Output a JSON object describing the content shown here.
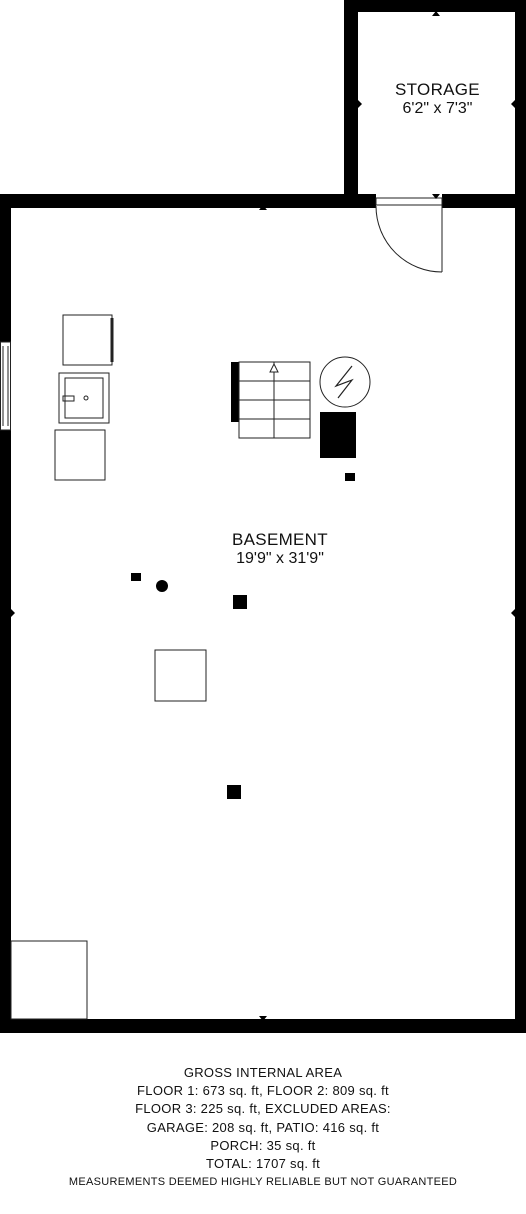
{
  "rooms": {
    "storage": {
      "name": "STORAGE",
      "dimensions": "6'2\" x 7'3\""
    },
    "basement": {
      "name": "BASEMENT",
      "dimensions": "19'9\" x 31'9\""
    }
  },
  "area_notes": {
    "heading": "GROSS INTERNAL AREA",
    "line1": "FLOOR 1: 673 sq. ft, FLOOR 2: 809 sq. ft",
    "line2": "FLOOR 3: 225 sq. ft, EXCLUDED AREAS:",
    "line3": "GARAGE: 208 sq. ft, PATIO: 416 sq. ft",
    "line4": "PORCH: 35 sq. ft",
    "line5": "TOTAL: 1707 sq. ft",
    "disclaimer": "MEASUREMENTS DEEMED HIGHLY RELIABLE BUT NOT GUARANTEED"
  },
  "colors": {
    "wall": "#000000",
    "background": "#ffffff",
    "fixture_stroke": "#222222"
  },
  "icons": [
    "stair-up-arrow-icon",
    "electrical-panel-icon"
  ]
}
